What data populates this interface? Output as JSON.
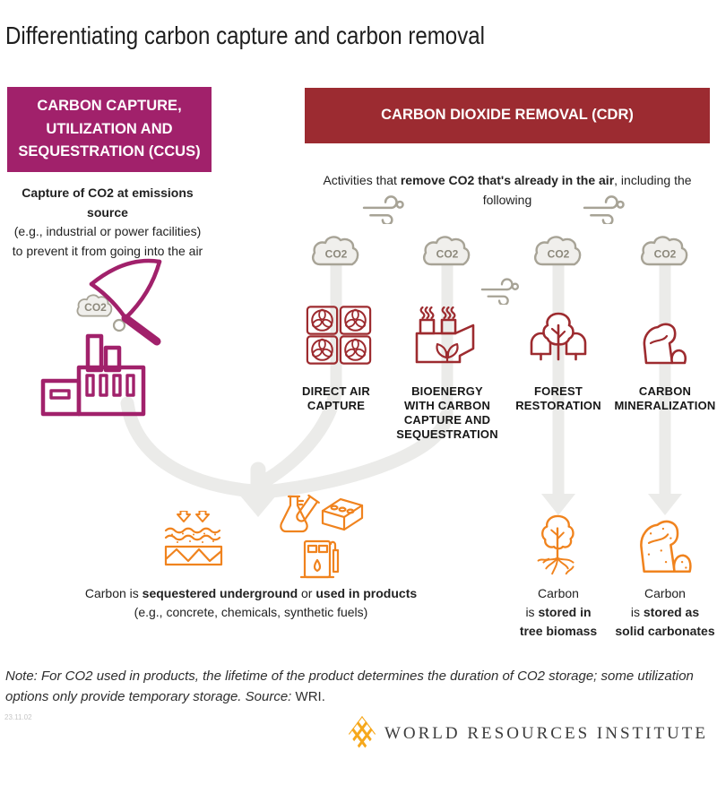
{
  "page": {
    "title": "Differentiating carbon capture and carbon removal"
  },
  "colors": {
    "ccus_magenta": "#A1216B",
    "cdr_dark_red": "#9D2B2F",
    "outcome_orange": "#F0831E",
    "flow_gray": "#EBEBE9",
    "cloud_gray": "#A7A396",
    "logo_yellow": "#F6A81C"
  },
  "ccus": {
    "header_lines": [
      "CARBON CAPTURE,",
      "UTILIZATION AND",
      "SEQUESTRATION (CCUS)"
    ],
    "desc_bold": "Capture of CO2 at emissions source",
    "desc_line2": "(e.g., industrial or power facilities)",
    "desc_line3": "to prevent it from going into the air",
    "co2_label": "CO2"
  },
  "cdr": {
    "header": "CARBON DIOXIDE REMOVAL (CDR)",
    "intro": {
      "pre": "Activities that ",
      "bold": "remove CO2 that's already in the air",
      "post": ", including the following"
    },
    "co2_label": "CO2",
    "columns": [
      {
        "label_lines": [
          "DIRECT AIR",
          "CAPTURE"
        ]
      },
      {
        "label_lines": [
          "BIOENERGY",
          "WITH CARBON",
          "CAPTURE AND",
          "SEQUESTRATION"
        ]
      },
      {
        "label_lines": [
          "FOREST",
          "RESTORATION"
        ]
      },
      {
        "label_lines": [
          "CARBON",
          "MINERALIZATION"
        ]
      }
    ]
  },
  "outcomes": {
    "center": {
      "pre": "Carbon is ",
      "bold1": "sequestered underground",
      "mid": " or ",
      "bold2": "used in products",
      "line2": "(e.g., concrete, chemicals, synthetic fuels)"
    },
    "tree": {
      "line1": "Carbon",
      "line2_pre": "is ",
      "line2_bold": "stored in",
      "line3": "tree biomass"
    },
    "carbonate": {
      "line1": "Carbon",
      "line2_pre": "is ",
      "line2_bold": "stored as",
      "line3": "solid carbonates"
    }
  },
  "footer": {
    "note": {
      "text": "Note: For CO2 used in products, the lifetime of the product determines the duration of CO2 storage; some utilization options only provide temporary storage. ",
      "source_label": "Source: ",
      "source": "WRI."
    },
    "version": "23.11.02",
    "logo_text": "WORLD RESOURCES INSTITUTE"
  }
}
